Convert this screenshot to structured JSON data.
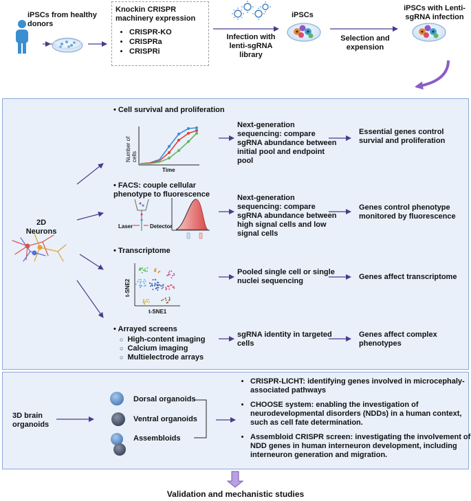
{
  "top": {
    "donors_label": "iPSCs from healthy donors",
    "knockin_title": "Knockin CRISPR machinery expression",
    "knockin_items": [
      "CRISPR-KO",
      "CRISPRa",
      "CRISPRi"
    ],
    "infection_label": "Infection with lenti-sgRNA library",
    "ipscs_label": "iPSCs",
    "selection_label": "Selection and expension",
    "infected_label": "iPSCs with Lenti-sgRNA infection"
  },
  "neurons2d": {
    "label": "2D Neurons",
    "rows": [
      {
        "title": "Cell survival and proliferation",
        "readout": "Next-generation sequencing: compare sgRNA abundance between initial pool and endpoint pool",
        "result": "Essential genes control survial and proliferation"
      },
      {
        "title": "FACS: couple cellular phenotype to fluorescence",
        "readout": "Next-generation sequencing: compare sgRNA abundance between high signal cells and low signal cells",
        "result": "Genes control phenotype monitored by fluorescence"
      },
      {
        "title": "Transcriptome",
        "readout": "Pooled single cell or single nuclei sequencing",
        "result": "Genes affect  transcriptome"
      },
      {
        "title": "Arrayed screens",
        "sub_items": [
          "High-content imaging",
          "Calcium imaging",
          "Multielectrode arrays"
        ],
        "readout": "sgRNA identity in targeted cells",
        "result": "Genes affect complex phenotypes"
      }
    ],
    "growth_plot": {
      "ylabel": "Number of cells",
      "xlabel": "Time"
    },
    "facs": {
      "laser": "Laser",
      "detector": "Detector"
    },
    "tsne": {
      "xlabel": "t-SNE1",
      "ylabel": "t-SNE2"
    }
  },
  "organoids3d": {
    "label": "3D brain organoids",
    "types": [
      "Dorsal organoids",
      "Ventral organoids",
      "Assembloids"
    ],
    "findings": [
      "CRISPR-LICHT: identifying genes involved in microcephaly-associated pathways",
      "CHOOSE system: enabling the investigation of neurodevelopmental disorders (NDDs) in a human context, such as cell fate determination.",
      "Assembloid CRISPR screen: investigating the involvement of NDD genes in human interneuron development, including interneuron generation and migration."
    ]
  },
  "footer": {
    "validation": "Validation and mechanistic studies"
  },
  "colors": {
    "arrow": "#4b3a8c",
    "panel": "#e9f0fa",
    "border": "#8aa8d8",
    "purple_arrow": "#8a5cc8"
  }
}
